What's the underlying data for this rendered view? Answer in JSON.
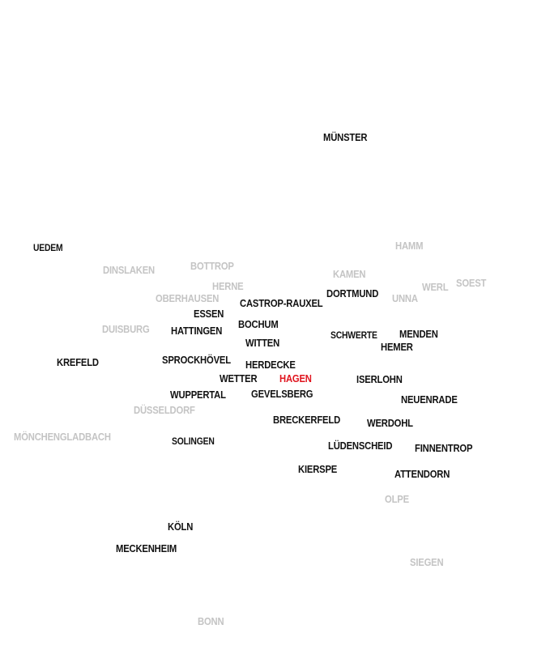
{
  "map": {
    "colors": {
      "active": "#111111",
      "inactive": "#c4c4c4",
      "highlight": "#e0141e",
      "background": "#ffffff"
    },
    "cities": [
      {
        "id": "muenster",
        "label": "MÜNSTER",
        "status": "active"
      },
      {
        "id": "uedem",
        "label": "UEDEM",
        "status": "active"
      },
      {
        "id": "hamm",
        "label": "HAMM",
        "status": "inactive"
      },
      {
        "id": "dinslaken",
        "label": "DINSLAKEN",
        "status": "inactive"
      },
      {
        "id": "bottrop",
        "label": "BOTTROP",
        "status": "inactive"
      },
      {
        "id": "kamen",
        "label": "KAMEN",
        "status": "inactive"
      },
      {
        "id": "soest",
        "label": "SOEST",
        "status": "inactive"
      },
      {
        "id": "herne",
        "label": "HERNE",
        "status": "inactive"
      },
      {
        "id": "werl",
        "label": "WERL",
        "status": "inactive"
      },
      {
        "id": "dortmund",
        "label": "DORTMUND",
        "status": "active"
      },
      {
        "id": "oberhausen",
        "label": "OBERHAUSEN",
        "status": "inactive"
      },
      {
        "id": "unna",
        "label": "UNNA",
        "status": "inactive"
      },
      {
        "id": "castrop-rauxel",
        "label": "CASTROP-RAUXEL",
        "status": "active"
      },
      {
        "id": "essen",
        "label": "ESSEN",
        "status": "active"
      },
      {
        "id": "bochum",
        "label": "BOCHUM",
        "status": "active"
      },
      {
        "id": "duisburg",
        "label": "DUISBURG",
        "status": "inactive"
      },
      {
        "id": "hattingen",
        "label": "HATTINGEN",
        "status": "active"
      },
      {
        "id": "menden",
        "label": "MENDEN",
        "status": "active"
      },
      {
        "id": "schwerte",
        "label": "SCHWERTE",
        "status": "active"
      },
      {
        "id": "witten",
        "label": "WITTEN",
        "status": "active"
      },
      {
        "id": "hemer",
        "label": "HEMER",
        "status": "active"
      },
      {
        "id": "sprockhoevel",
        "label": "SPROCKHÖVEL",
        "status": "active"
      },
      {
        "id": "krefeld",
        "label": "KREFELD",
        "status": "active"
      },
      {
        "id": "herdecke",
        "label": "HERDECKE",
        "status": "active"
      },
      {
        "id": "wetter",
        "label": "WETTER",
        "status": "active"
      },
      {
        "id": "hagen",
        "label": "HAGEN",
        "status": "highlight"
      },
      {
        "id": "iserlohn",
        "label": "ISERLOHN",
        "status": "active"
      },
      {
        "id": "wuppertal",
        "label": "WUPPERTAL",
        "status": "active"
      },
      {
        "id": "gevelsberg",
        "label": "GEVELSBERG",
        "status": "active"
      },
      {
        "id": "neuenrade",
        "label": "NEUENRADE",
        "status": "active"
      },
      {
        "id": "duesseldorf",
        "label": "DÜSSELDORF",
        "status": "inactive"
      },
      {
        "id": "breckerfeld",
        "label": "BRECKERFELD",
        "status": "active"
      },
      {
        "id": "werdohl",
        "label": "WERDOHL",
        "status": "active"
      },
      {
        "id": "moenchengladbach",
        "label": "MÖNCHENGLADBACH",
        "status": "inactive"
      },
      {
        "id": "solingen",
        "label": "SOLINGEN",
        "status": "active"
      },
      {
        "id": "luedenscheid",
        "label": "LÜDENSCHEID",
        "status": "active"
      },
      {
        "id": "finnentrop",
        "label": "FINNENTROP",
        "status": "active"
      },
      {
        "id": "kierspe",
        "label": "KIERSPE",
        "status": "active"
      },
      {
        "id": "attendorn",
        "label": "ATTENDORN",
        "status": "active"
      },
      {
        "id": "olpe",
        "label": "OLPE",
        "status": "inactive"
      },
      {
        "id": "koeln",
        "label": "KÖLN",
        "status": "active"
      },
      {
        "id": "meckenheim",
        "label": "MECKENHEIM",
        "status": "active"
      },
      {
        "id": "siegen",
        "label": "SIEGEN",
        "status": "inactive"
      },
      {
        "id": "bonn",
        "label": "BONN",
        "status": "inactive"
      }
    ]
  }
}
